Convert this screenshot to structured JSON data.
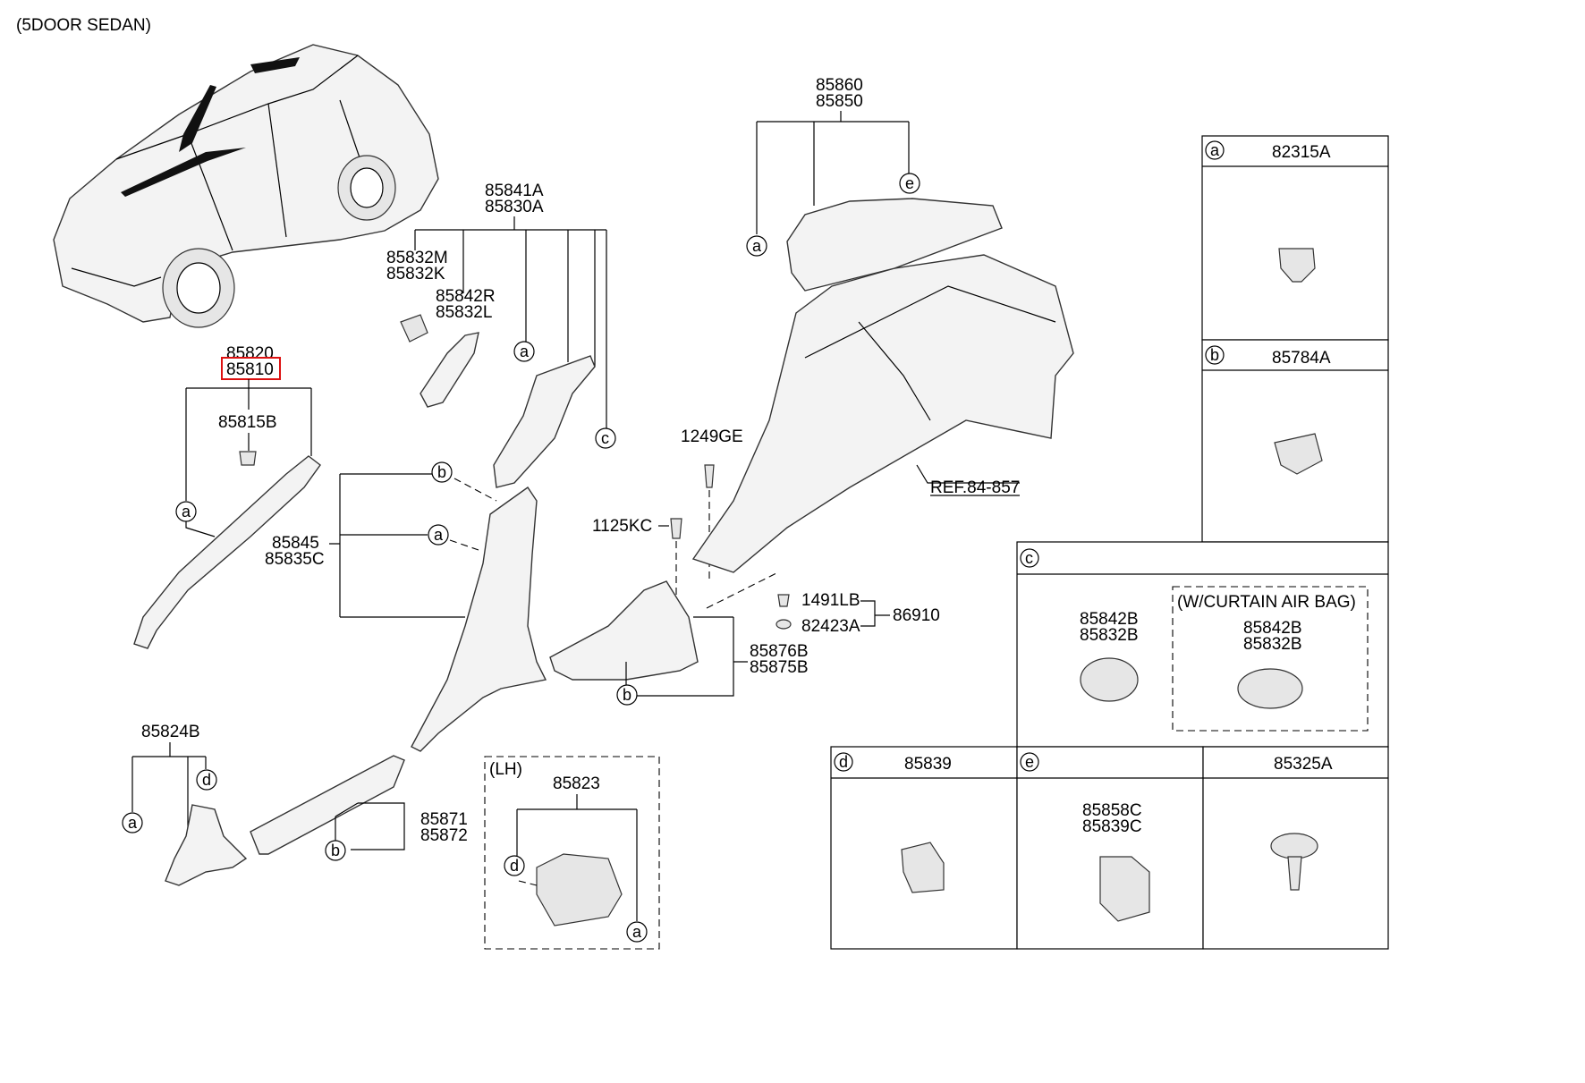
{
  "header": {
    "title": "(5DOOR SEDAN)"
  },
  "parts": {
    "p85860": "85860",
    "p85850": "85850",
    "p85841A": "85841A",
    "p85830A": "85830A",
    "p85832M": "85832M",
    "p85832K": "85832K",
    "p85842R": "85842R",
    "p85832L": "85832L",
    "p85820": "85820",
    "p85810": "85810",
    "p85815B": "85815B",
    "p85845": "85845",
    "p85835C": "85835C",
    "p1249GE": "1249GE",
    "p1125KC": "1125KC",
    "p1491LB": "1491LB",
    "p82423A": "82423A",
    "p86910": "86910",
    "p85876B": "85876B",
    "p85875B": "85875B",
    "p85824B": "85824B",
    "p85871": "85871",
    "p85872": "85872",
    "p85823": "85823",
    "ref": "REF.84-857",
    "lh": "(LH)"
  },
  "callouts": {
    "a": "a",
    "b": "b",
    "c": "c",
    "d": "d",
    "e": "e"
  },
  "legend": {
    "a": {
      "letter": "a",
      "part": "82315A"
    },
    "b": {
      "letter": "b",
      "part": "85784A"
    },
    "c": {
      "letter": "c",
      "left_l1": "85842B",
      "left_l2": "85832B",
      "airbag_title": "(W/CURTAIN AIR BAG)",
      "right_l1": "85842B",
      "right_l2": "85832B"
    },
    "d": {
      "letter": "d",
      "part": "85839"
    },
    "e": {
      "letter": "e",
      "l1": "85858C",
      "l2": "85839C"
    },
    "f": {
      "part": "85325A"
    }
  },
  "colors": {
    "highlight": "#dd1111"
  }
}
